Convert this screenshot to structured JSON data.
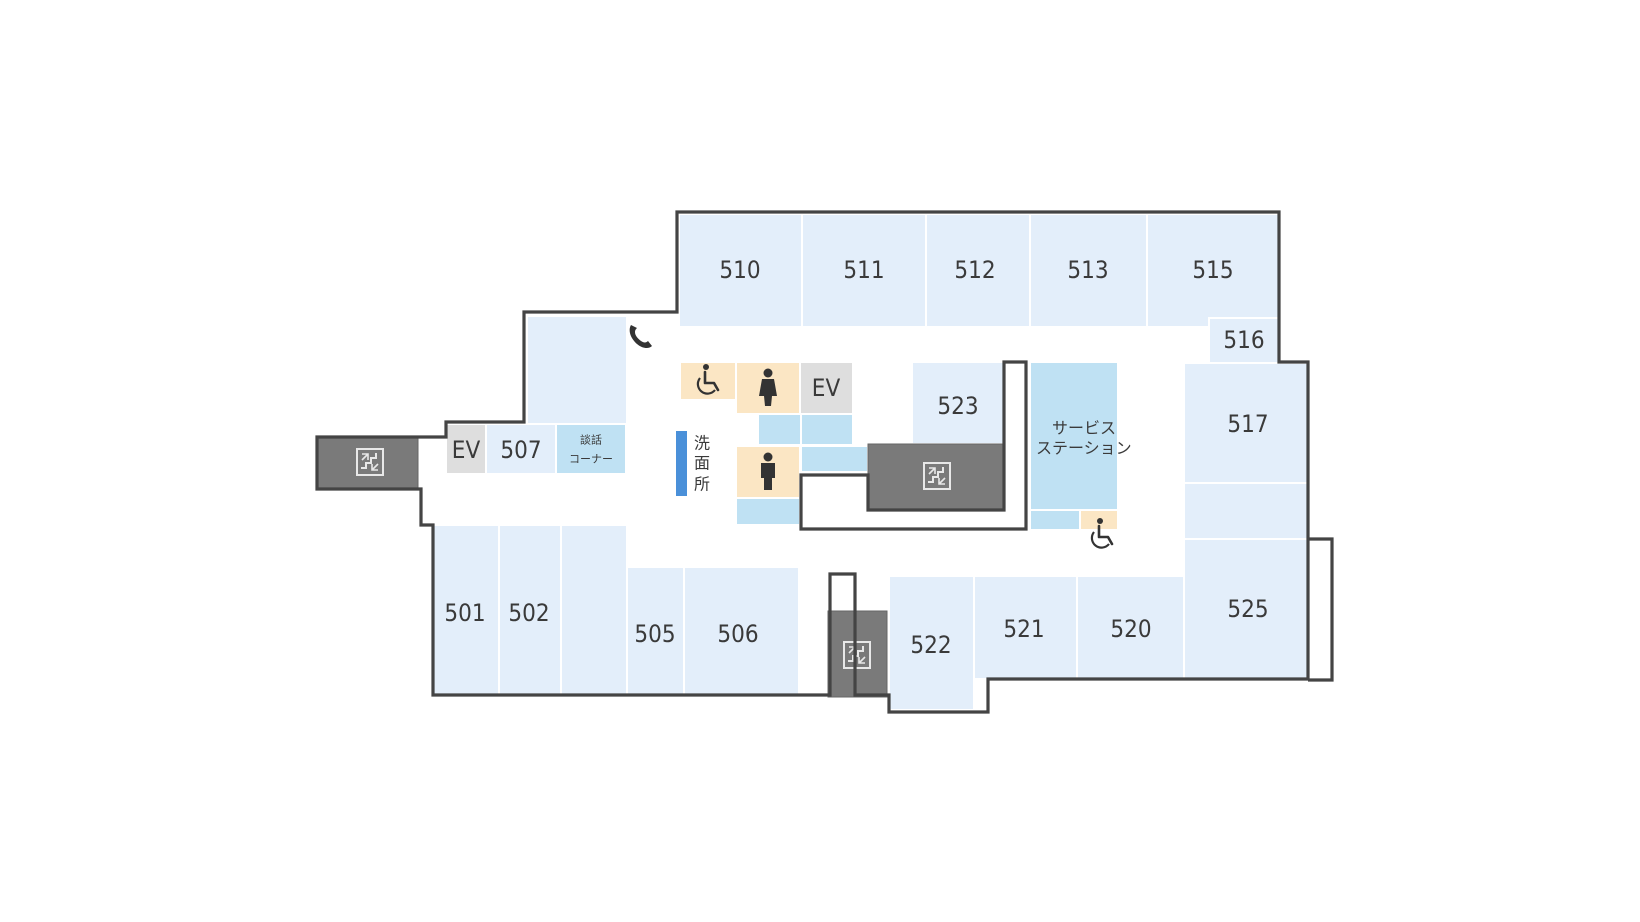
{
  "rooms": {
    "r510": "510",
    "r511": "511",
    "r512": "512",
    "r513": "513",
    "r515": "515",
    "r516": "516",
    "r517": "517",
    "r525": "525",
    "r523": "523",
    "r501": "501",
    "r502": "502",
    "r505": "505",
    "r506": "506",
    "r507": "507",
    "r520": "520",
    "r521": "521",
    "r522": "522"
  },
  "facilities": {
    "ev_left": "EV",
    "ev_center": "EV",
    "service_station_line1": "サービス",
    "service_station_line2": "ステーション",
    "washroom": [
      "洗",
      "面",
      "所"
    ],
    "smoking_line1": "談話",
    "smoking_line2": "コーナー"
  },
  "icons": [
    "phone-icon",
    "wheelchair-icon",
    "female-restroom-icon",
    "male-restroom-icon",
    "stairs-icon"
  ],
  "colors": {
    "room": "#e3eefa",
    "restroom": "#fbe6c4",
    "facility_blue": "#bfe1f3",
    "elevator": "#dedede",
    "stairs": "#7a7a7a",
    "wall": "#444444",
    "washroom_bar": "#4a90d9"
  }
}
